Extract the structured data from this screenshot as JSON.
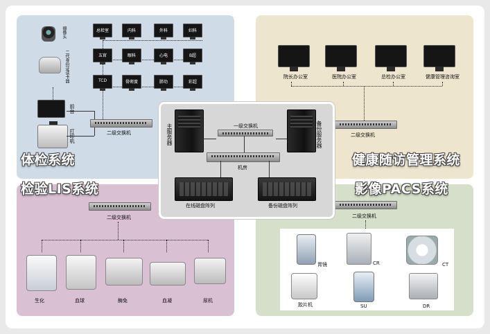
{
  "tijian": {
    "title": "体检系统",
    "camera": "摄像头",
    "card_reader": "二代身份证读卡器",
    "front_desk": "前台",
    "printer": "打印机",
    "switch": "二级交换机",
    "stations": [
      "总检室",
      "内科",
      "外科",
      "妇科",
      "五官",
      "眼科",
      "心电",
      "B超",
      "TCD",
      "骨密度",
      "肺功",
      "彩超"
    ]
  },
  "jiankang": {
    "title": "健康随访管理系统",
    "switch": "二级交换机",
    "offices": [
      "院长办公室",
      "医院办公室",
      "总检办公室",
      "健康管理咨询室"
    ]
  },
  "lis": {
    "title": "检验LIS系统",
    "switch": "二级交换机",
    "devices": [
      "生化",
      "血球",
      "酶免",
      "血凝",
      "尿机"
    ]
  },
  "pacs": {
    "title": "影像PACS系统",
    "switch": "二级交换机",
    "devices": [
      "胃镜",
      "CR",
      "CT",
      "胶片机",
      "SU",
      "DR"
    ]
  },
  "center": {
    "main_server": "主服务器",
    "backup_server": "备份服务器",
    "switch": "一级交换机",
    "room": "机房",
    "online_array": "在线磁盘阵列",
    "backup_array": "备份磁盘阵列"
  },
  "colors": {
    "tijian_bg": "#cfdbe6",
    "jiankang_bg": "#eee5cf",
    "lis_bg": "#d9c0d3",
    "pacs_bg": "#d6dfc9",
    "center_bg": "#d7d7d7"
  }
}
